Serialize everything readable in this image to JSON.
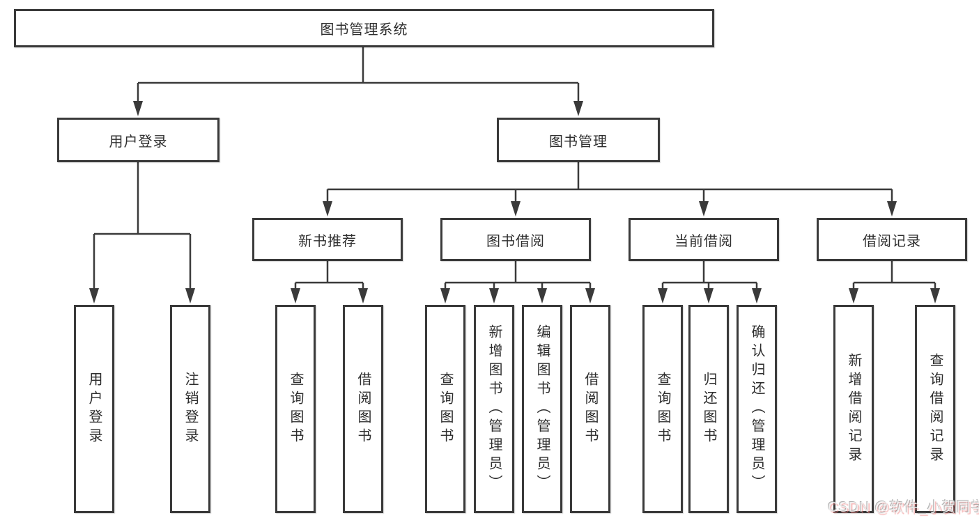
{
  "tree": {
    "label": "图书管理系统",
    "children": [
      {
        "label": "用户登录",
        "children": [
          {
            "label": "用户登录"
          },
          {
            "label": "注销登录"
          }
        ]
      },
      {
        "label": "图书管理",
        "children": [
          {
            "label": "新书推荐",
            "children": [
              {
                "label": "查询图书"
              },
              {
                "label": "借阅图书"
              }
            ]
          },
          {
            "label": "图书借阅",
            "children": [
              {
                "label": "查询图书"
              },
              {
                "label": "新增图书（管理员）"
              },
              {
                "label": "编辑图书（管理员）"
              },
              {
                "label": "借阅图书"
              }
            ]
          },
          {
            "label": "当前借阅",
            "children": [
              {
                "label": "查询图书"
              },
              {
                "label": "归还图书"
              },
              {
                "label": "确认归还（管理员）"
              }
            ]
          },
          {
            "label": "借阅记录",
            "children": [
              {
                "label": "新增借阅记录"
              },
              {
                "label": "查询借阅记录"
              }
            ]
          }
        ]
      }
    ]
  },
  "watermark": {
    "text": "CSDN @软件_小贺同学"
  },
  "colors": {
    "line": "#3a3a3a",
    "box_border": "#3a3a3a",
    "box_bg": "#ffffff",
    "text": "#2e2e2e",
    "background": "#ffffff",
    "watermark_text": "#eeeeee",
    "watermark_shadow": "#f08282"
  }
}
